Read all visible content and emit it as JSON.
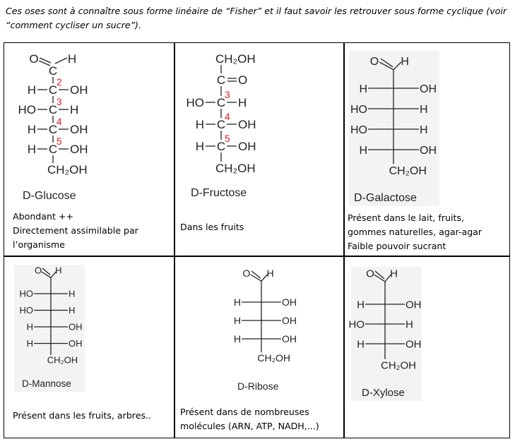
{
  "intro": "Ces oses sont à connaître sous forme linéaire de “Fisher” et il faut savoir les retrouver sous forme cyclique (voir “comment cycliser un sucre”).",
  "colors": {
    "number": "#e8161b",
    "bg": "#f3f3f4"
  },
  "sugars": [
    {
      "id": "glucose",
      "name": "D-Glucose",
      "style": "carbon",
      "top": "aldehyde",
      "O": "O",
      "H": "H",
      "C": "C",
      "rows": [
        {
          "left": "H",
          "right": "OH",
          "num": "2"
        },
        {
          "left": "HO",
          "right": "H",
          "num": "3"
        },
        {
          "left": "H",
          "right": "OH",
          "num": "4"
        },
        {
          "left": "H",
          "right": "OH",
          "num": "5"
        }
      ],
      "bottom": "CH₂OH",
      "desc": [
        "Abondant ++",
        "Directement assimilable par",
        "l’organisme"
      ]
    },
    {
      "id": "fructose",
      "name": "D-Fructose",
      "style": "carbon",
      "top": "ketose",
      "topText": "CH₂OH",
      "C": "C",
      "O": "O",
      "rows": [
        {
          "left": "HO",
          "right": "H",
          "num": "3"
        },
        {
          "left": "H",
          "right": "OH",
          "num": "4"
        },
        {
          "left": "H",
          "right": "OH",
          "num": "5"
        }
      ],
      "bottom": "CH₂OH",
      "desc": [
        "Dans les fruits"
      ]
    },
    {
      "id": "galactose",
      "name": "D-Galactose",
      "style": "cross",
      "top": "aldehyde",
      "O": "O",
      "H": "H",
      "rows": [
        {
          "left": "H",
          "right": "OH"
        },
        {
          "left": "HO",
          "right": "H"
        },
        {
          "left": "HO",
          "right": "H"
        },
        {
          "left": "H",
          "right": "OH"
        }
      ],
      "bottom": "CH₂OH",
      "desc": [
        "Présent dans le lait, fruits,",
        "gommes naturelles, agar-agar",
        "Faible pouvoir sucrant"
      ]
    },
    {
      "id": "mannose",
      "name": "D-Mannose",
      "style": "cross",
      "top": "aldehyde",
      "O": "O",
      "H": "H",
      "rows": [
        {
          "left": "HO",
          "right": "H"
        },
        {
          "left": "HO",
          "right": "H"
        },
        {
          "left": "H",
          "right": "OH"
        },
        {
          "left": "H",
          "right": "OH"
        }
      ],
      "bottom": "CH₂OH",
      "desc": [
        "Présent dans les fruits, arbres.."
      ]
    },
    {
      "id": "ribose",
      "name": "D-Ribose",
      "style": "cross",
      "top": "aldehyde",
      "O": "O",
      "H": "H",
      "rows": [
        {
          "left": "H",
          "right": "OH"
        },
        {
          "left": "H",
          "right": "OH"
        },
        {
          "left": "H",
          "right": "OH"
        }
      ],
      "bottom": "CH₂OH",
      "desc": [
        "Présent dans de nombreuses",
        "molécules (ARN, ATP, NADH,...)"
      ]
    },
    {
      "id": "xylose",
      "name": "D-Xylose",
      "style": "cross",
      "top": "aldehyde",
      "O": "O",
      "H": "H",
      "rows": [
        {
          "left": "H",
          "right": "OH"
        },
        {
          "left": "HO",
          "right": "H"
        },
        {
          "left": "H",
          "right": "OH"
        }
      ],
      "bottom": "CH₂OH",
      "desc": []
    }
  ]
}
